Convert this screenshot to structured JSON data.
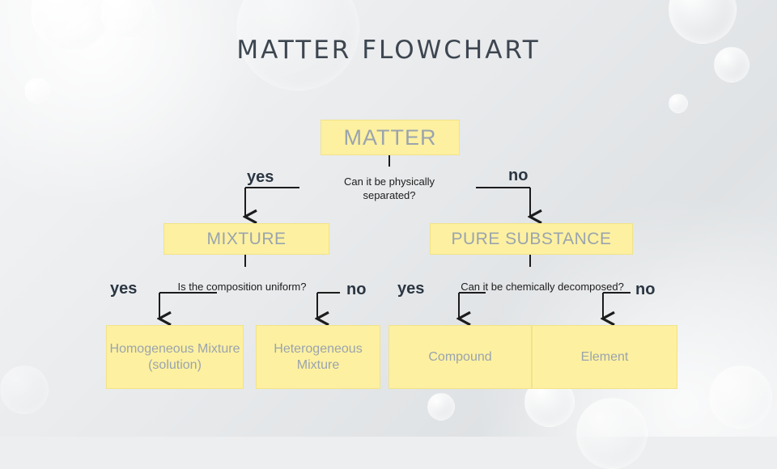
{
  "page": {
    "title": "MATTER FLOWCHART"
  },
  "flowchart": {
    "nodes": [
      {
        "id": "matter",
        "label": "MATTER"
      },
      {
        "id": "mixture",
        "label": "MIXTURE"
      },
      {
        "id": "pure",
        "label": "PURE SUBSTANCE"
      },
      {
        "id": "homog",
        "label": "Homogeneous Mixture (solution)"
      },
      {
        "id": "heterog",
        "label": "Heterogeneous Mixture"
      },
      {
        "id": "compound",
        "label": "Compound"
      },
      {
        "id": "element",
        "label": "Element"
      }
    ],
    "questions": [
      {
        "id": "q1",
        "text": "Can it be physically separated?"
      },
      {
        "id": "q2",
        "text": "Is the composition uniform?"
      },
      {
        "id": "q3",
        "text": "Can it be chemically decomposed?"
      }
    ],
    "branch_labels": {
      "yes1": "yes",
      "no1": "no",
      "yes2": "yes",
      "no2": "no",
      "yes3": "yes",
      "no3": "no"
    },
    "colors": {
      "box_fill": "#fdf0a0",
      "box_border": "#f2e389",
      "box_text": "#9aa4ae",
      "title_text": "#3d4650",
      "arrow": "#1c1c1c",
      "branch_text": "#2b3642"
    }
  }
}
